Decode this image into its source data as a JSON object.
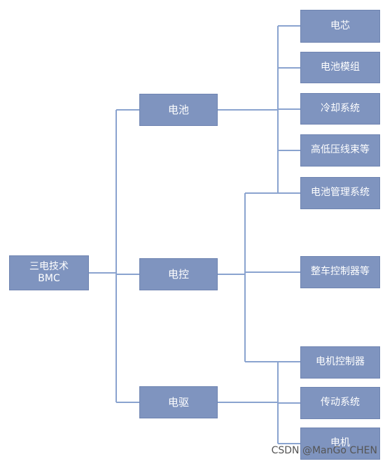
{
  "diagram": {
    "root": {
      "label": "三电技术\nBMC"
    },
    "groups": [
      {
        "label": "电池",
        "children": [
          "电芯",
          "电池模组",
          "冷却系统",
          "高低压线束等",
          "电池管理系统"
        ]
      },
      {
        "label": "电控",
        "children": [
          "整车控制器等",
          "电池管理系统",
          "电机控制器"
        ]
      },
      {
        "label": "电驱",
        "children": [
          "电机控制器",
          "传动系统",
          "电机"
        ]
      }
    ],
    "leaves": {
      "cell": "电芯",
      "module": "电池模组",
      "cooling": "冷却系统",
      "harness": "高低压线束等",
      "bms": "电池管理系统",
      "vcu": "整车控制器等",
      "mcu": "电机控制器",
      "transmission": "传动系统",
      "motor": "电机"
    }
  },
  "watermark": "CSDN @ManGo CHEN",
  "colors": {
    "node_fill": "#7f94bf",
    "node_border": "#6f84b1",
    "connector": "#8aa3cf",
    "text": "#ffffff"
  }
}
